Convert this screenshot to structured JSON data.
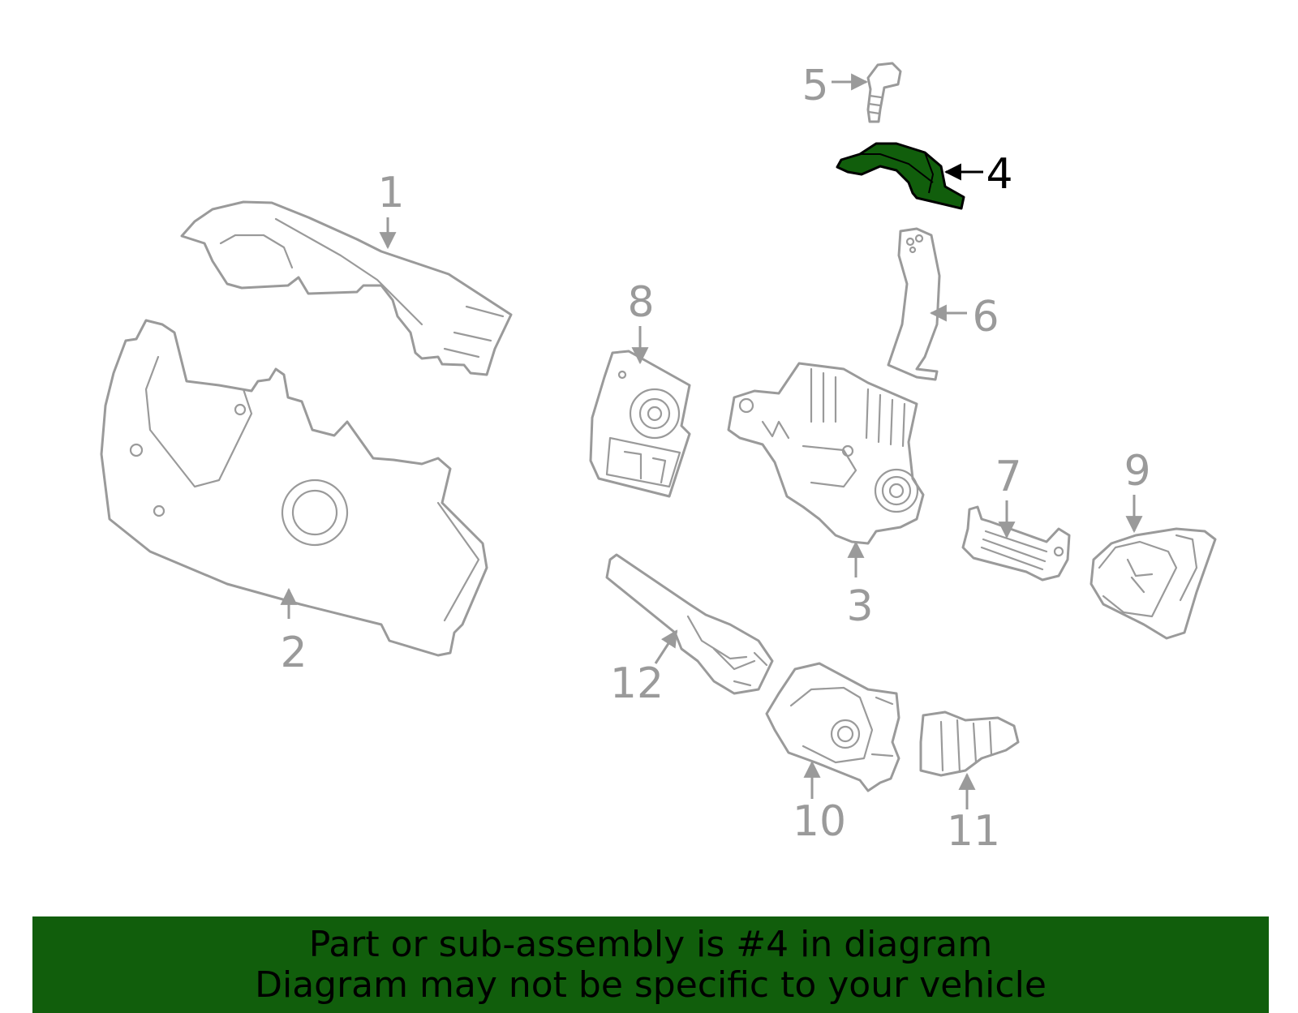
{
  "callouts": {
    "c1": "1",
    "c2": "2",
    "c3": "3",
    "c4": "4",
    "c5": "5",
    "c6": "6",
    "c7": "7",
    "c8": "8",
    "c9": "9",
    "c10": "10",
    "c11": "11",
    "c12": "12"
  },
  "highlight": {
    "part_number": "4",
    "color": "#115e0c"
  },
  "colors": {
    "part_stroke": "#9a9a9a",
    "banner_bg": "#115e0c",
    "banner_text": "#000000"
  },
  "banner": {
    "line1": "Part or sub-assembly is #4 in diagram",
    "line2": "Diagram may not be specific to your vehicle"
  }
}
